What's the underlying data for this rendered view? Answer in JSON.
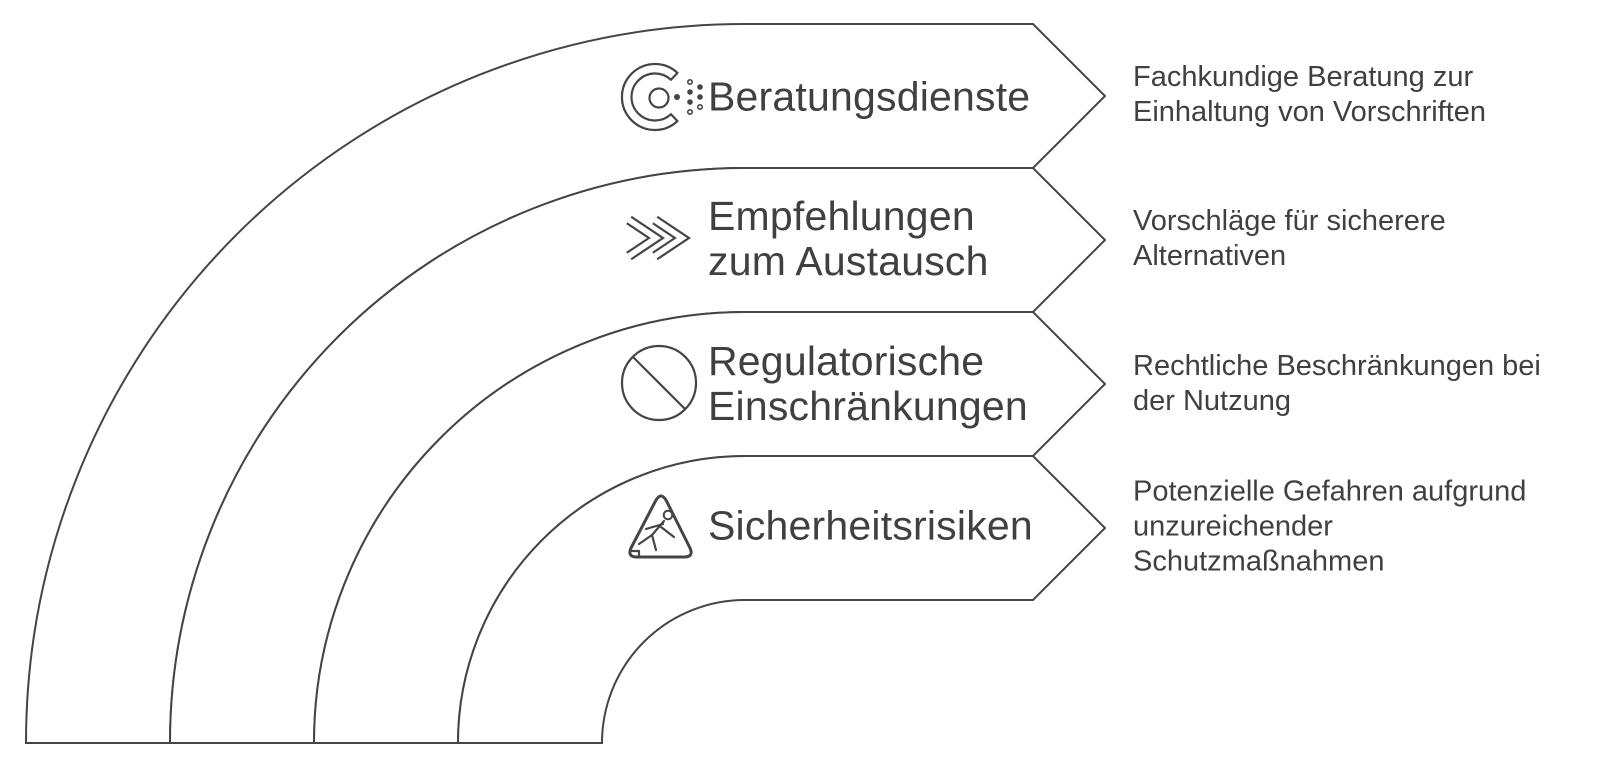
{
  "colors": {
    "background": "#ffffff",
    "line": "#454545",
    "text": "#404040"
  },
  "diagram": {
    "bands": [
      {
        "icon": "consulting-scan-icon",
        "label": "Beratungsdienste",
        "description": "Fachkundige Beratung zur\nEinhaltung von Vorschriften"
      },
      {
        "icon": "double-chevron-icon",
        "label": "Empfehlungen\nzum Austausch",
        "description": "Vorschläge für sicherere\nAlternativen"
      },
      {
        "icon": "prohibition-icon",
        "label": "Regulatorische\nEinschränkungen",
        "description": "Rechtliche Beschränkungen bei\nder Nutzung"
      },
      {
        "icon": "slip-hazard-icon",
        "label": "Sicherheitsrisiken",
        "description": "Potenzielle Gefahren aufgrund\nunzureichender\nSchutzmaßnahmen"
      }
    ]
  }
}
